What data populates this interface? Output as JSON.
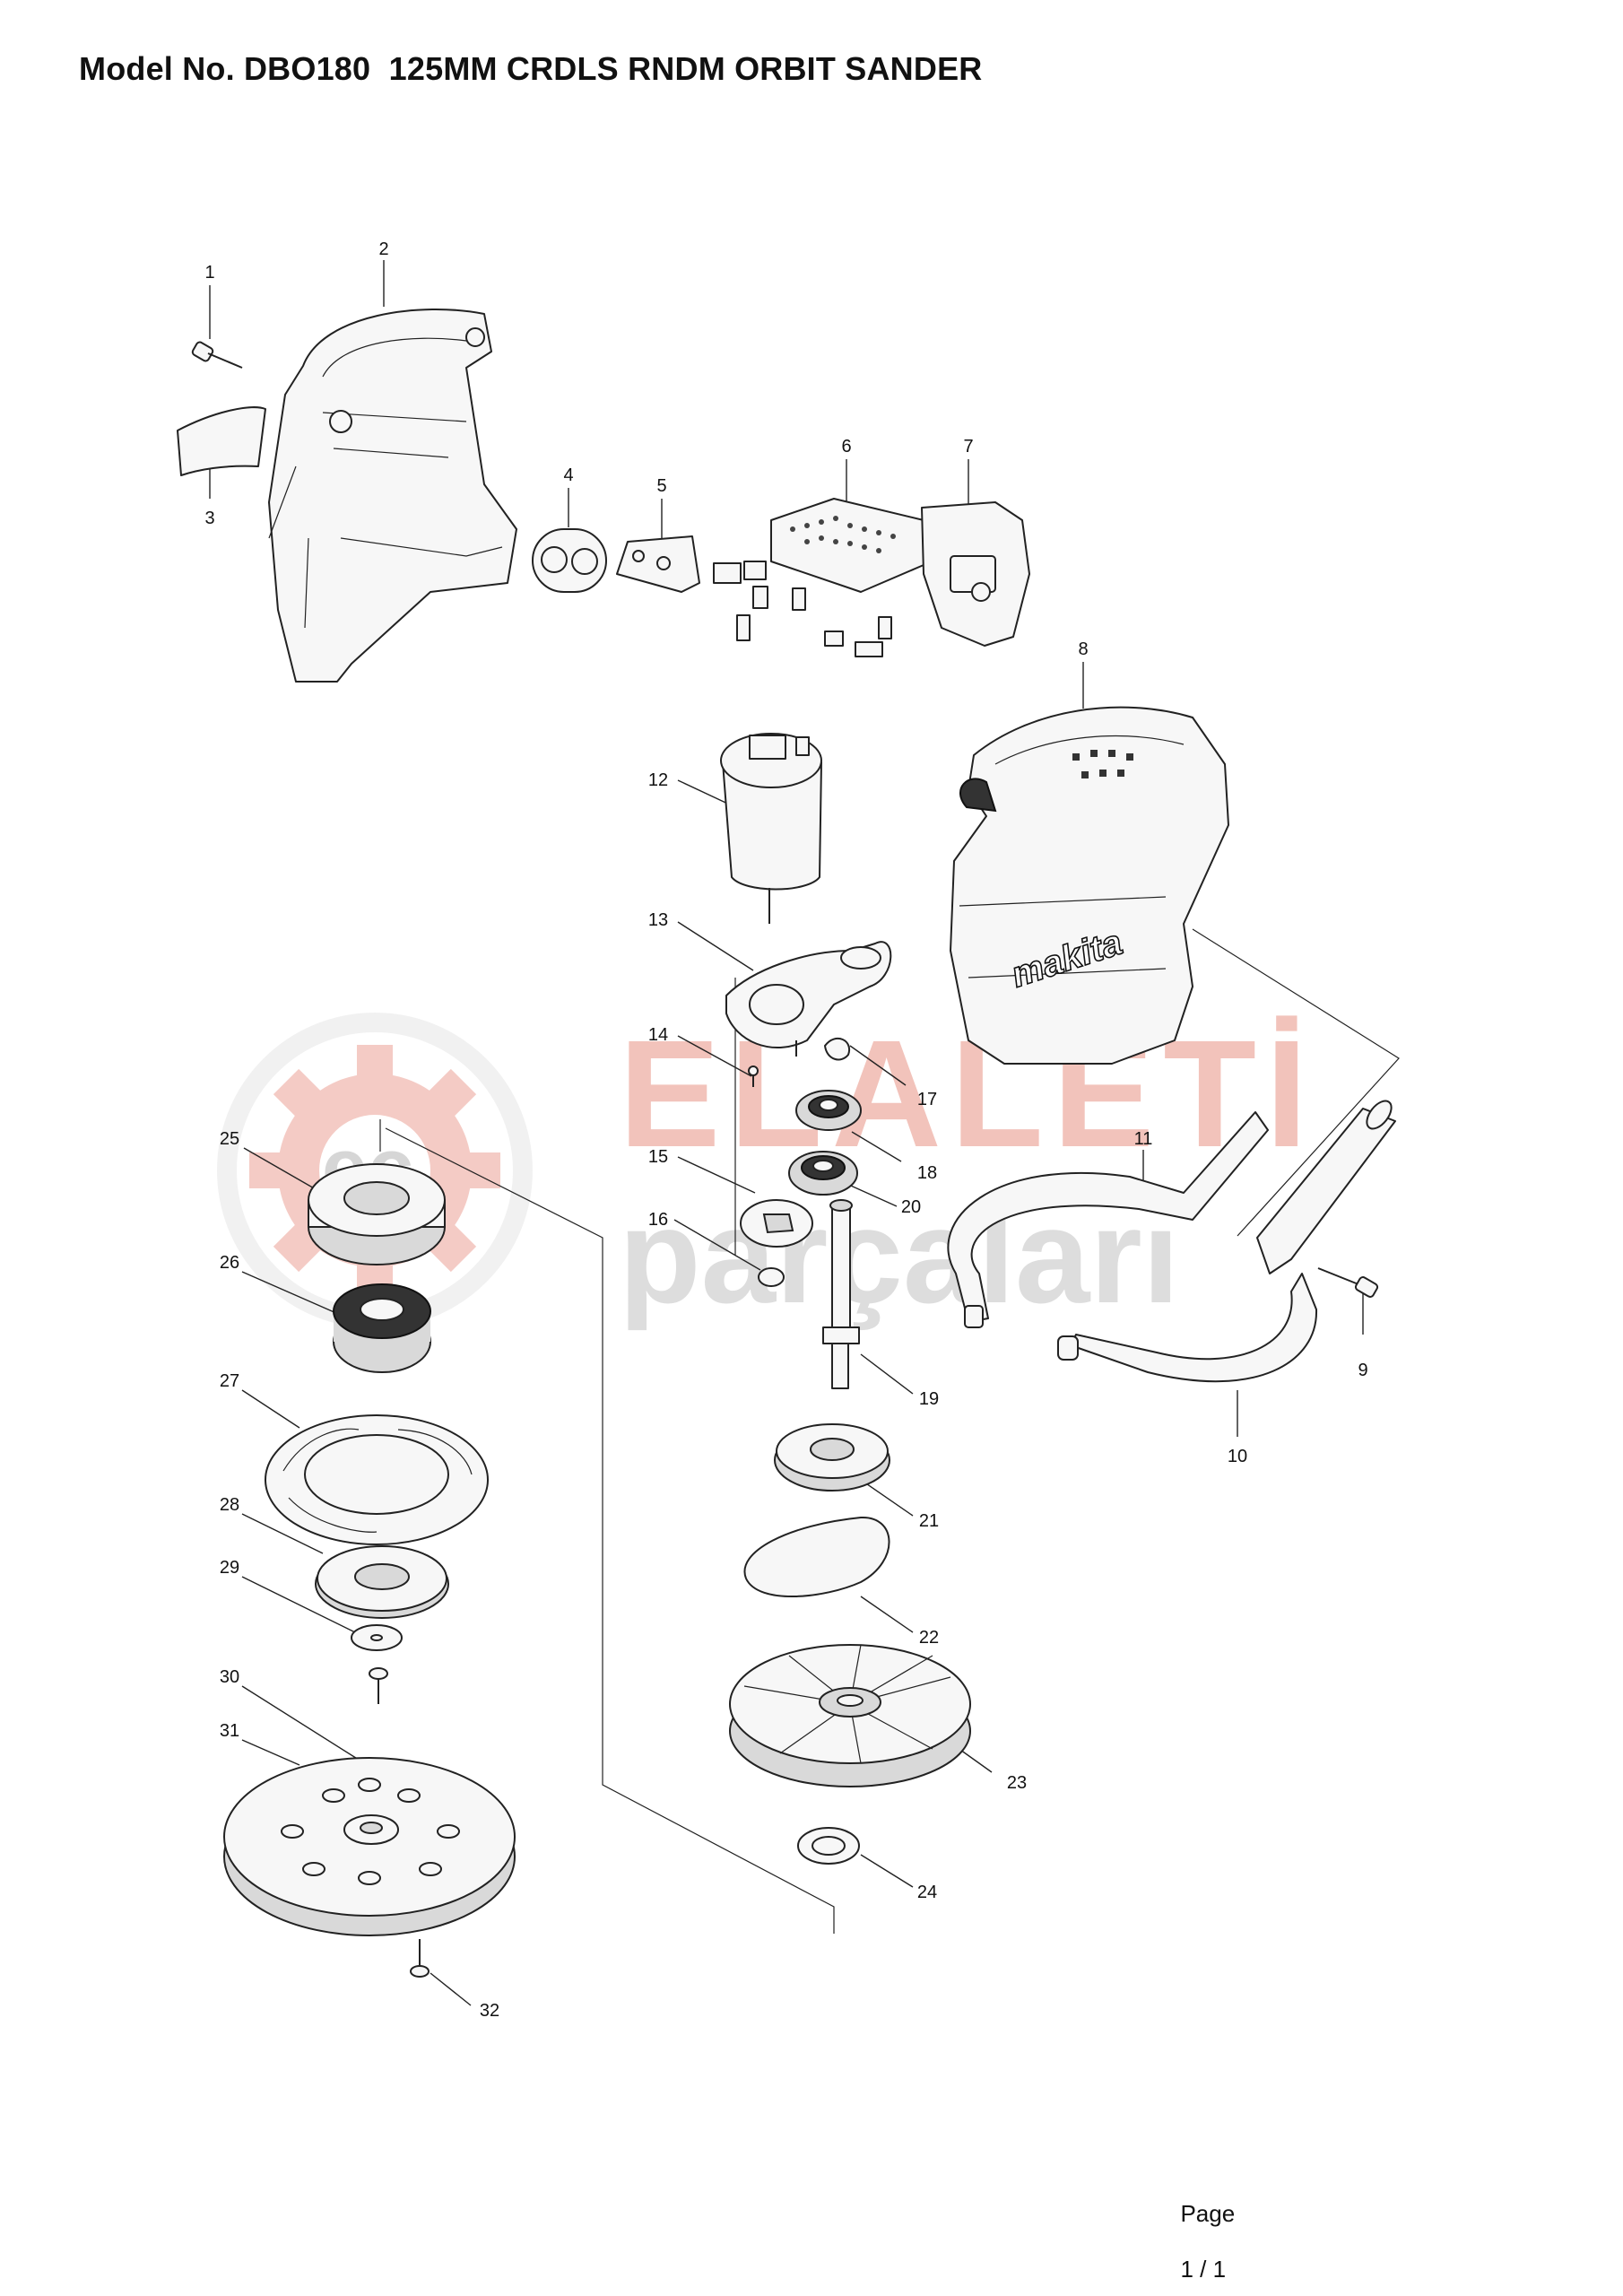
{
  "header": {
    "title": "Model No. DBO180  125MM CRDLS RNDM ORBIT SANDER"
  },
  "footer": {
    "page_label": "Page",
    "page_value": "1 / 1"
  },
  "watermark": {
    "brand": "ELALETİ",
    "subbrand": "parçaları",
    "color": "#e8a196",
    "gray": "#cfcfcf"
  },
  "diagram": {
    "callouts": [
      "1",
      "2",
      "3",
      "4",
      "5",
      "6",
      "7",
      "8",
      "9",
      "10",
      "11",
      "12",
      "13",
      "14",
      "15",
      "16",
      "17",
      "18",
      "19",
      "20",
      "21",
      "22",
      "23",
      "24",
      "25",
      "26",
      "27",
      "28",
      "29",
      "30",
      "31",
      "32"
    ],
    "product_logo": "makita"
  }
}
